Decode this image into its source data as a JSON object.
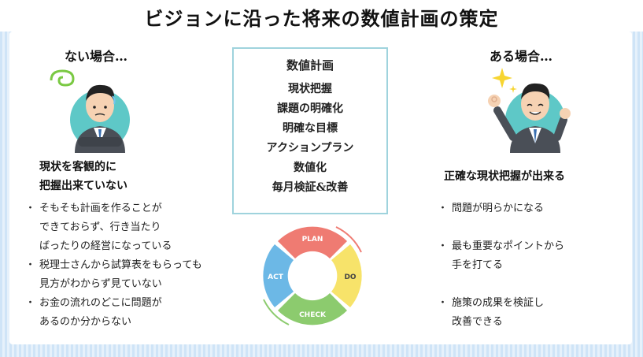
{
  "title": "ビジョンに沿った将来の数値計画の策定",
  "left": {
    "heading": "ない場合…",
    "subheading_lines": [
      "現状を客観的に",
      "把握出来ていない"
    ],
    "bullets": [
      [
        "そもそも計画を作ることが",
        "できておらず、行き当たり",
        "ばったりの経営になっている"
      ],
      [
        "税理士さんから試算表をもらっても",
        "見方がわからず見ていない"
      ],
      [
        "お金の流れのどこに問題が",
        "あるのか分からない"
      ]
    ]
  },
  "center": {
    "box_title": "数値計画",
    "items": [
      "現状把握",
      "課題の明確化",
      "明確な目標",
      "アクションプラン",
      "数値化",
      "毎月検証&改善"
    ],
    "cycle": {
      "plan": "PLAN",
      "do": "DO",
      "check": "CHECK",
      "act": "ACT"
    },
    "colors": {
      "plan": "#ef7b72",
      "do": "#f7e36a",
      "check": "#8ccb6e",
      "act": "#6cb8e6"
    }
  },
  "right": {
    "heading": "ある場合…",
    "subheading": "正確な現状把握が出来る",
    "bullets": [
      [
        "問題が明らかになる"
      ],
      [
        "最も重要なポイントから",
        "手を打てる"
      ],
      [
        "施策の成果を検証し",
        "改善できる"
      ]
    ]
  }
}
